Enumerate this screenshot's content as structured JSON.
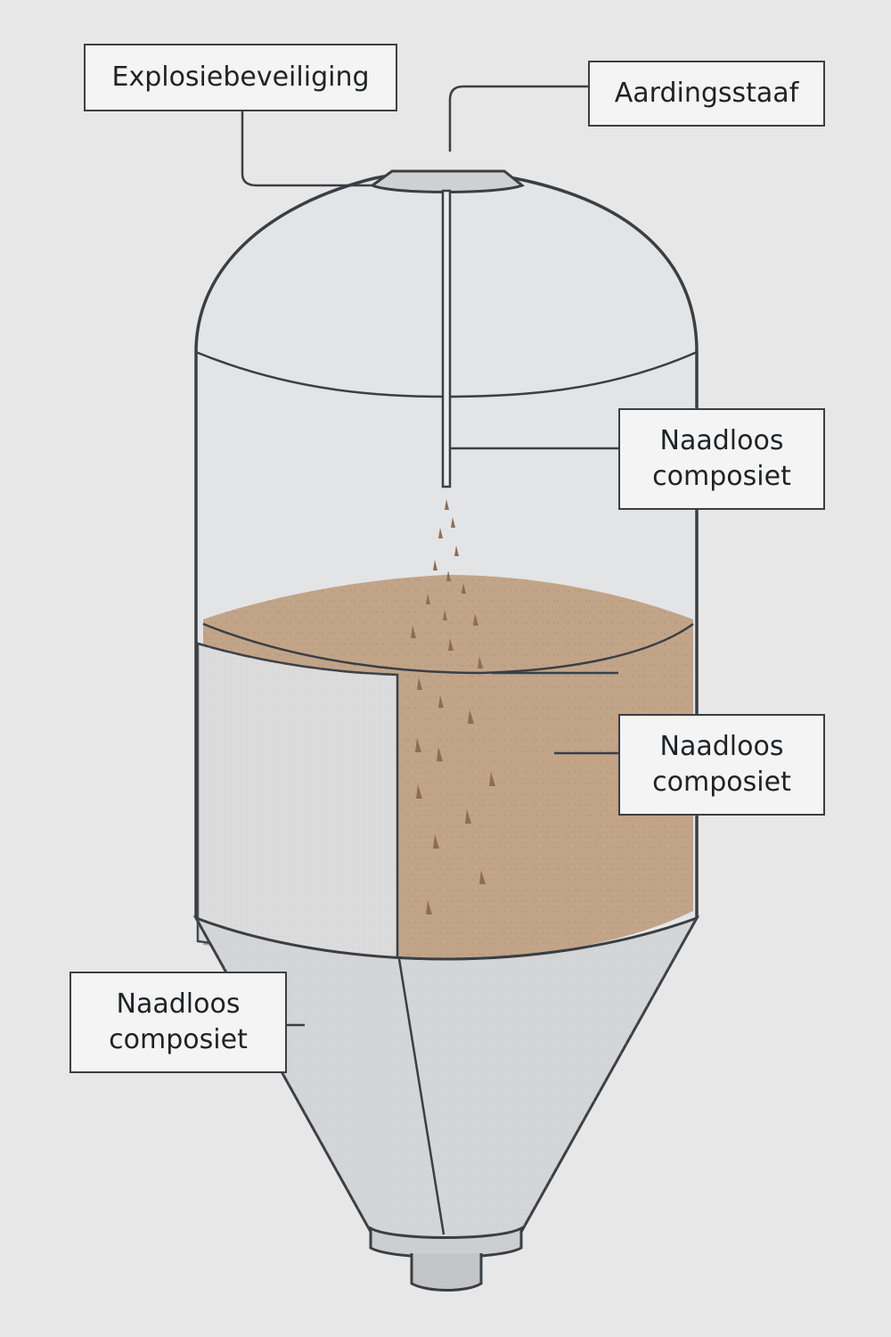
{
  "labels": {
    "explosion_protection": "Explosiebeveiliging",
    "grounding_rod": "Aardingsstaaf",
    "composite_upper": "Naadloos\ncomposiet",
    "composite_middle": "Naadloos\ncomposiet",
    "composite_lower": "Naadloos\ncomposiet"
  },
  "colors": {
    "background": "#e7e7e7",
    "outline": "#3a3f44",
    "silo_wall": "#d9dadc",
    "powder": "#c2a489",
    "powder_dark": "#8c6d55",
    "cutaway_panel": "#dcdcdd",
    "label_fill": "#f4f4f4"
  }
}
